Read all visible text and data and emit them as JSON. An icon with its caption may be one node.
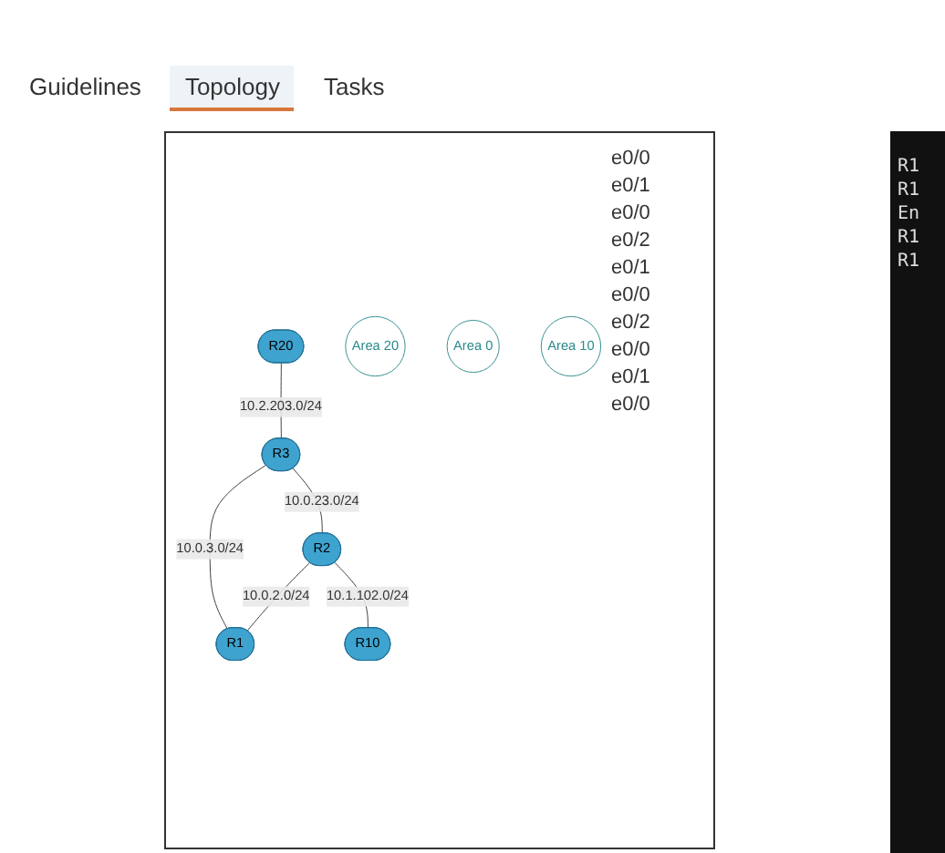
{
  "diagram": {
    "nodes": [
      {
        "text": [
          "R20"
        ]
      },
      {
        "text": [
          "Area 20"
        ]
      },
      {
        "text": [
          "R3"
        ]
      },
      {
        "text": [
          "Area 0"
        ]
      },
      {
        "text": [
          "R1"
        ]
      },
      {
        "text": [
          "R2"
        ]
      },
      {
        "text": [
          "Area 10"
        ]
      },
      {
        "text": [
          "R10"
        ]
      }
    ],
    "edges": [
      {
        "from": 0,
        "to": 2,
        "arrow": "none",
        "label": "10.2.203.0/24"
      },
      {
        "from": 2,
        "to": 4,
        "arrow": "none",
        "label": "10.0.3.0/24"
      },
      {
        "from": 2,
        "to": 5,
        "arrow": "none",
        "label": "10.0.23.0/24"
      },
      {
        "from": 5,
        "to": 4,
        "arrow": "none",
        "label": "10.0.2.0/24"
      },
      {
        "from": 5,
        "to": 7,
        "arrow": "none",
        "label": "10.1.102.0/24"
      }
    ],
    "labels": [
      "Guidelines",
      "Topology",
      "Tasks",
      "e0/0",
      "e0/1",
      "e0/0",
      "e0/2",
      "e0/1",
      "e0/0",
      "e0/2",
      "e0/0",
      "e0/1",
      "e0/0",
      "R1",
      "R1",
      "En",
      "R1",
      "R1"
    ]
  }
}
